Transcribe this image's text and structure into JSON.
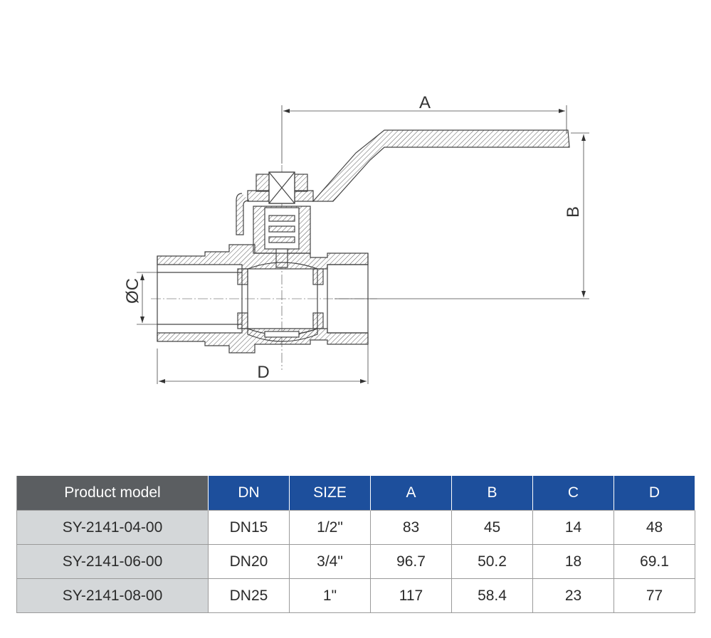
{
  "diagram": {
    "dimension_labels": {
      "a": "A",
      "b": "B",
      "c": "ØC",
      "d": "D"
    }
  },
  "table": {
    "headers": {
      "model": "Product model",
      "dn": "DN",
      "size": "SIZE",
      "a": "A",
      "b": "B",
      "c": "C",
      "d": "D"
    },
    "rows": [
      {
        "model": "SY-2141-04-00",
        "dn": "DN15",
        "size": "1/2\"",
        "a": "83",
        "b": "45",
        "c": "14",
        "d": "48"
      },
      {
        "model": "SY-2141-06-00",
        "dn": "DN20",
        "size": "3/4\"",
        "a": "96.7",
        "b": "50.2",
        "c": "18",
        "d": "69.1"
      },
      {
        "model": "SY-2141-08-00",
        "dn": "DN25",
        "size": "1\"",
        "a": "117",
        "b": "58.4",
        "c": "23",
        "d": "77"
      }
    ]
  },
  "colors": {
    "header_blue": "#1d4f9c",
    "header_gray": "#5b5e61",
    "model_cell_bg": "#d4d7d9",
    "line": "#444444"
  }
}
